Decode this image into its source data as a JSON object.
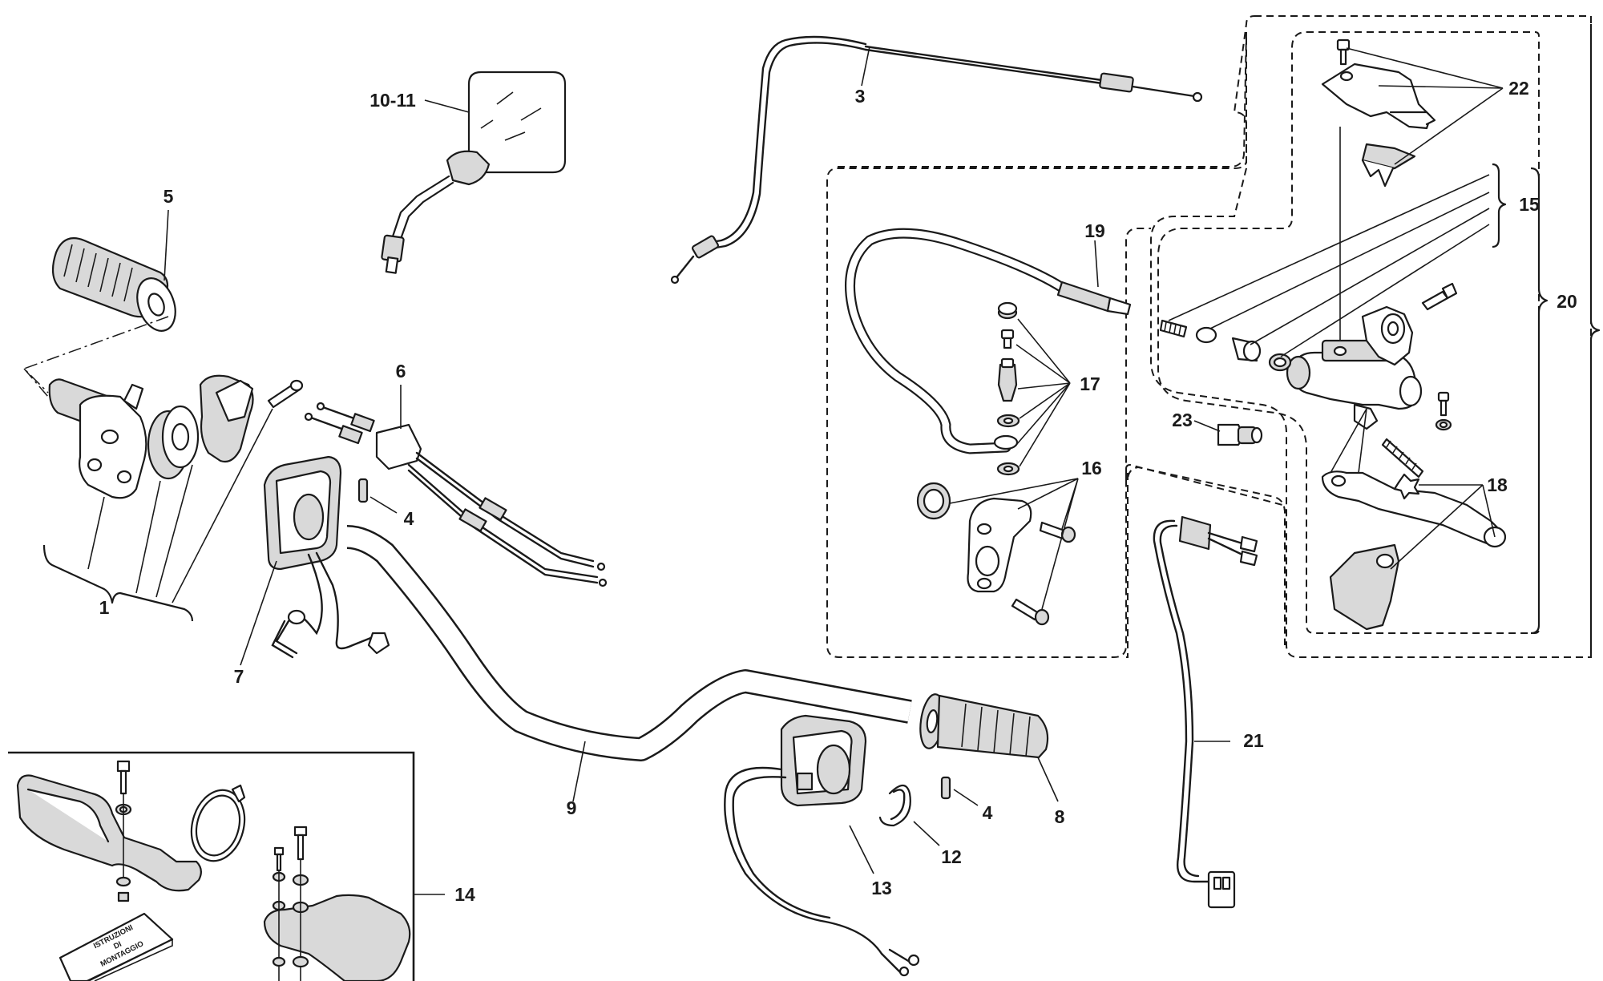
{
  "callouts": {
    "c1": "1",
    "c3": "3",
    "c4a": "4",
    "c4b": "4",
    "c5": "5",
    "c6": "6",
    "c7": "7",
    "c8": "8",
    "c9": "9",
    "c10_11": "10-11",
    "c12": "12",
    "c13": "13",
    "c14": "14",
    "c15": "15",
    "c16": "16",
    "c17": "17",
    "c18": "18",
    "c19": "19",
    "c20": "20",
    "c21": "21",
    "c22": "22",
    "c23": "23"
  },
  "manual_booklet": {
    "line1": "ISTRUZIONI",
    "line2": "DI",
    "line3": "MONTAGGIO"
  }
}
